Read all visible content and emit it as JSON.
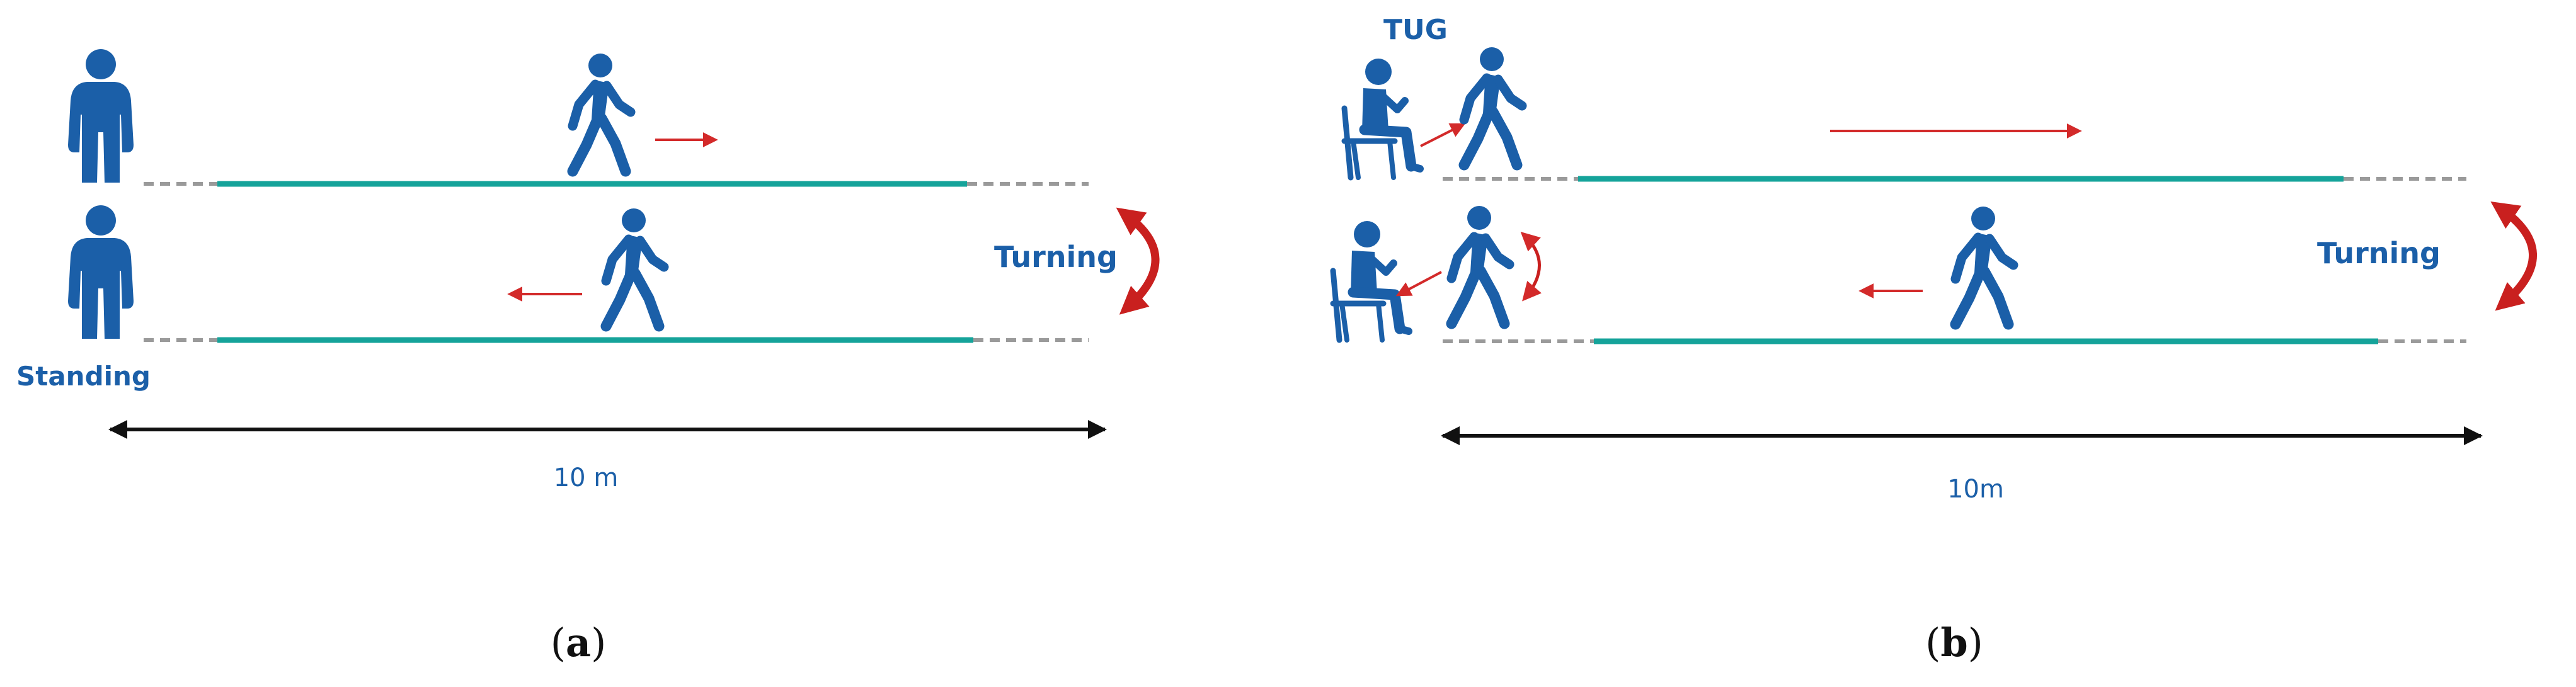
{
  "panel_a": {
    "label_standing": "Standing",
    "label_turning": "Turning",
    "distance_label": "10 m",
    "caption_open": "(",
    "caption_letter": "a",
    "caption_close": ")"
  },
  "panel_b": {
    "label_title": "TUG",
    "label_turning": "Turning",
    "distance_label": "10m",
    "caption_open": "(",
    "caption_letter": "b",
    "caption_close": ")"
  },
  "colors": {
    "figure_blue": "#1b5fa8",
    "path_teal": "#15a39a",
    "dash_gray": "#9a9a9a",
    "arrow_red": "#d32a2a",
    "turn_red": "#c9201f",
    "measure_black": "#111111"
  },
  "icons": [
    "standing-person-icon",
    "walking-person-icon",
    "seated-person-chair-icon",
    "direction-arrow-icon",
    "turning-arrow-icon",
    "double-headed-measure-arrow-icon"
  ]
}
